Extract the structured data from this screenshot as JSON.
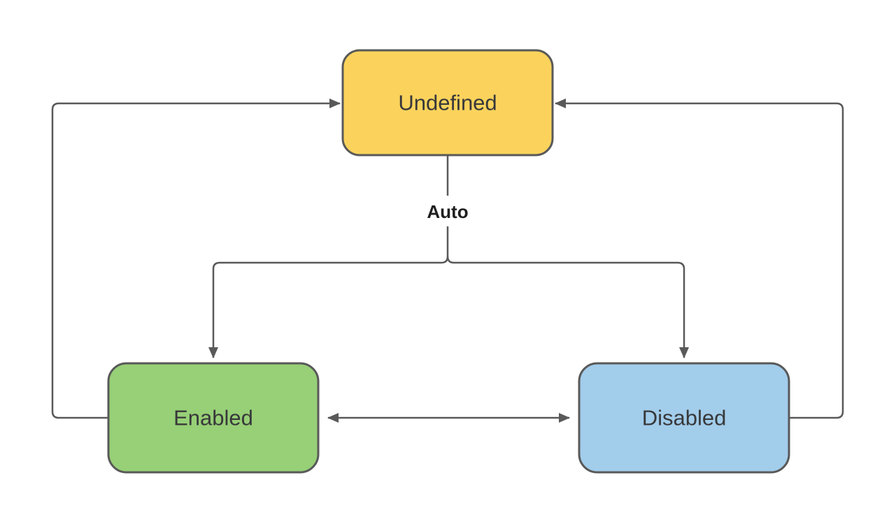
{
  "diagram": {
    "type": "state-diagram",
    "nodes": [
      {
        "id": "undefined",
        "label": "Undefined",
        "fill": "#FBD35C"
      },
      {
        "id": "enabled",
        "label": "Enabled",
        "fill": "#97D077"
      },
      {
        "id": "disabled",
        "label": "Disabled",
        "fill": "#A2CDEB"
      }
    ],
    "edges": {
      "auto_label": "Auto",
      "list": [
        {
          "from": "Undefined",
          "to": "Enabled",
          "label": "Auto"
        },
        {
          "from": "Undefined",
          "to": "Disabled",
          "label": "Auto"
        },
        {
          "from": "Enabled",
          "to": "Undefined",
          "label": ""
        },
        {
          "from": "Disabled",
          "to": "Undefined",
          "label": ""
        },
        {
          "from": "Enabled",
          "to": "Disabled",
          "label": "",
          "bidirectional": true
        }
      ]
    },
    "colors": {
      "stroke": "#595959",
      "node_text": "#38383a",
      "edge_label_text": "#1f1f1f",
      "background": "#FFFFFF"
    }
  }
}
